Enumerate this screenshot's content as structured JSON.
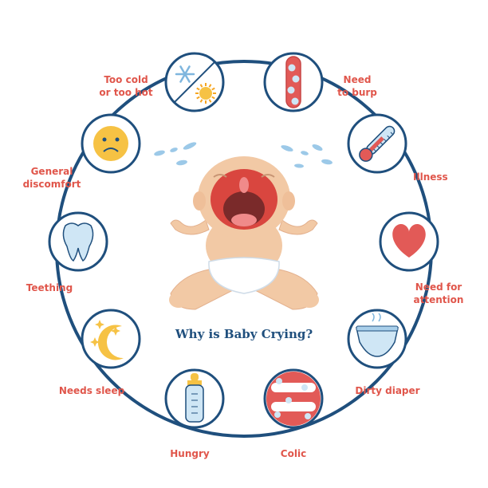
{
  "title": "Why is Baby Crying?",
  "causes": [
    {
      "id": "temperature",
      "label": "Too cold\nor too hot",
      "icon": "snowflake-sun-icon"
    },
    {
      "id": "burp",
      "label": "Need\nto burp",
      "icon": "esophagus-icon"
    },
    {
      "id": "illness",
      "label": "Illness",
      "icon": "thermometer-icon"
    },
    {
      "id": "attention",
      "label": "Need for\nattention",
      "icon": "heart-icon"
    },
    {
      "id": "diaper",
      "label": "Dirty diaper",
      "icon": "diaper-icon"
    },
    {
      "id": "colic",
      "label": "Colic",
      "icon": "intestine-icon"
    },
    {
      "id": "hungry",
      "label": "Hungry",
      "icon": "baby-bottle-icon"
    },
    {
      "id": "sleep",
      "label": "Needs sleep",
      "icon": "moon-stars-icon"
    },
    {
      "id": "teething",
      "label": "Teething",
      "icon": "tooth-icon"
    },
    {
      "id": "discomfort",
      "label": "General\ndiscomfort",
      "icon": "sad-face-icon"
    }
  ],
  "colors": {
    "ring": "#1f4f7d",
    "label": "#e0564b",
    "title": "#1f4f7d",
    "skin": "#f2c9a5",
    "mouth": "#d9463f",
    "icon_blue": "#cfe6f5",
    "icon_yellow": "#f6c244",
    "icon_red": "#e25a57"
  }
}
